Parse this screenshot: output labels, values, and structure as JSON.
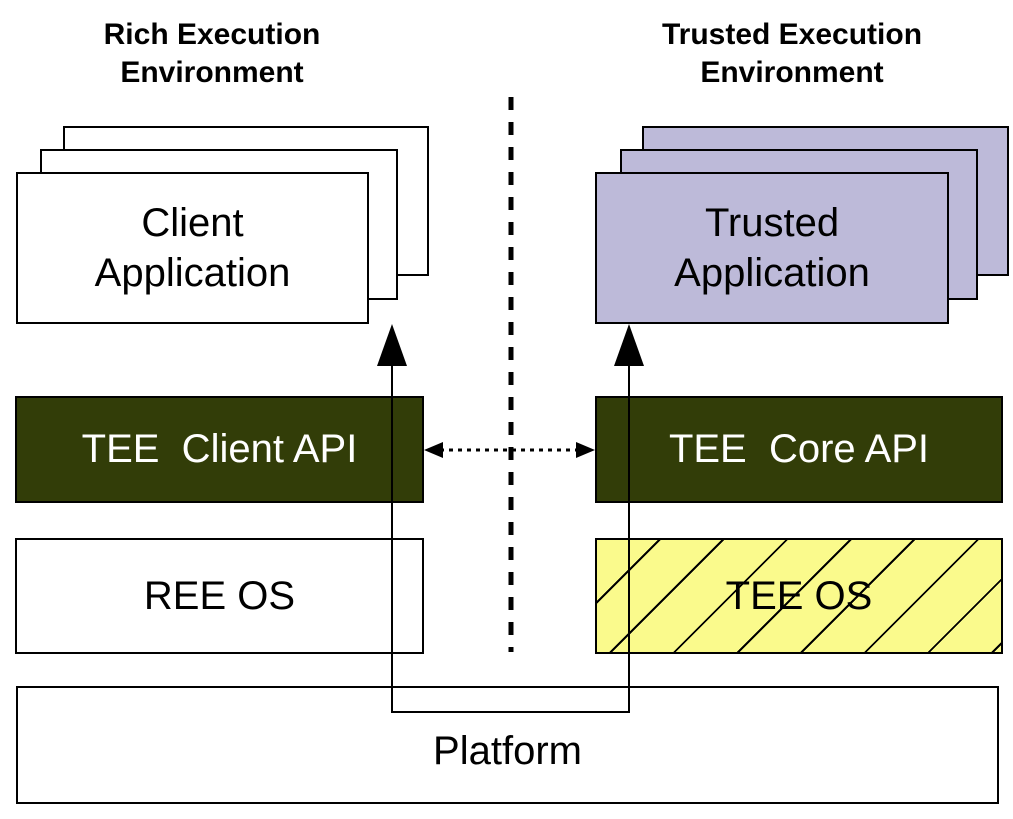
{
  "diagram": {
    "ree_heading": "Rich Execution\nEnvironment",
    "tee_heading": "Trusted Execution\nEnvironment",
    "client_application": "Client\nApplication",
    "trusted_application": "Trusted\nApplication",
    "tee_client_api": "TEE  Client API",
    "tee_core_api": "TEE  Core API",
    "ree_os": "REE OS",
    "tee_os": "TEE OS",
    "platform": "Platform"
  },
  "colors": {
    "api_fill": "#323d08",
    "trusted_app_fill": "#bdbad9",
    "tee_os_fill": "#fafa8c",
    "stroke": "#000000"
  }
}
